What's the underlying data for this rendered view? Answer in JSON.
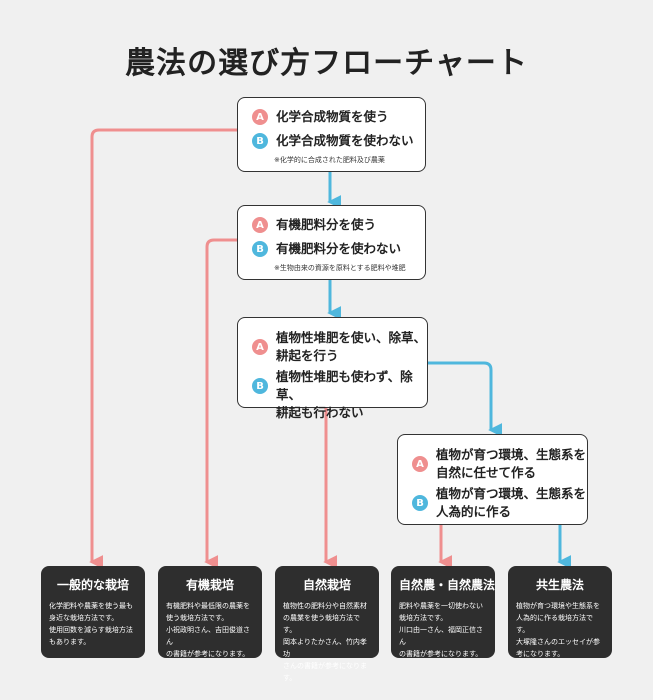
{
  "title": "農法の選び方フローチャート",
  "colors": {
    "a": "#ef8f8f",
    "b": "#4fb7dd",
    "dark": "#2e2e2e"
  },
  "questions": [
    {
      "a": "化学合成物質を使う",
      "b": "化学合成物質を使わない",
      "note": "※化学的に合成された肥料及び農薬"
    },
    {
      "a": "有機肥料分を使う",
      "b": "有機肥料分を使わない",
      "note": "※生物由来の資源を原料とする肥料や堆肥"
    },
    {
      "a": "植物性堆肥を使い、除草、\n耕起を行う",
      "b": "植物性堆肥も使わず、除草、\n耕起も行わない"
    },
    {
      "a": "植物が育つ環境、生態系を\n自然に任せて作る",
      "b": "植物が育つ環境、生態系を\n人為的に作る"
    }
  ],
  "badges": {
    "a": "A",
    "b": "B"
  },
  "results": [
    {
      "title": "一般的な栽培",
      "desc": "化学肥料や農薬を使う最も\n身近な栽培方法です。\n使用回数を減らす栽培方法\nもあります。"
    },
    {
      "title": "有機栽培",
      "desc": "有機肥料や最低限の農薬を\n使う栽培方法です。\n小祝政明さん、吉田俊道さん\nの書籍が参考になります。"
    },
    {
      "title": "自然栽培",
      "desc": "植物性の肥料分や自然素材\nの農業を使う栽培方法です。\n岡本よりたかさん、竹内孝功\nさんの書籍が参考になります。"
    },
    {
      "title": "自然農・自然農法",
      "desc": "肥料や農薬を一切使わない\n栽培方法です。\n川口由一さん、福岡正信さん\nの書籍が参考になります。"
    },
    {
      "title": "共生農法",
      "desc": "植物が育つ環境や生態系を\n人為的に作る栽培方法です。\n大塚隆さんのエッセイが参\n考になります。"
    }
  ]
}
